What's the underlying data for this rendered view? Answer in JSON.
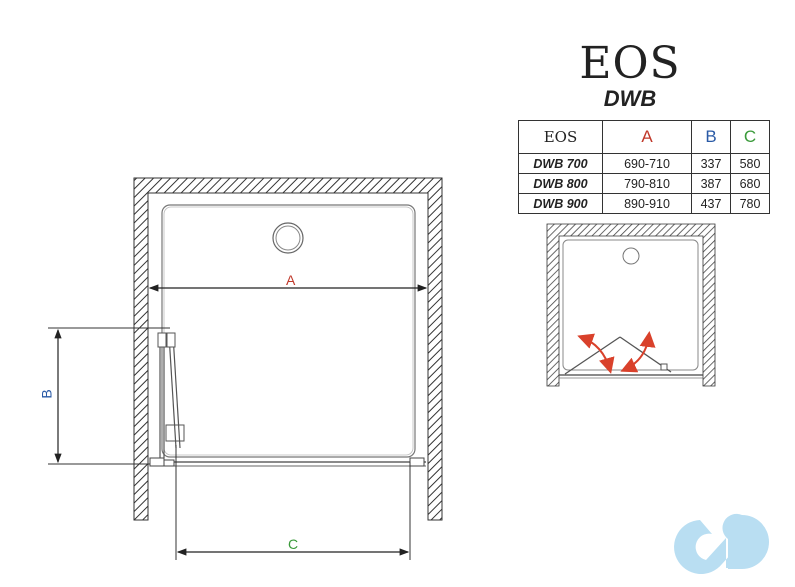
{
  "header": {
    "title": "EOS",
    "subtitle": "DWB"
  },
  "spec_table": {
    "columns": [
      {
        "label": "EOS",
        "color": "#222222"
      },
      {
        "label": "A",
        "color": "#c0392b"
      },
      {
        "label": "B",
        "color": "#2a5aa6"
      },
      {
        "label": "C",
        "color": "#3a9a3a"
      }
    ],
    "rows": [
      {
        "model": "DWB 700",
        "a": "690-710",
        "b": "337",
        "c": "580"
      },
      {
        "model": "DWB 800",
        "a": "790-810",
        "b": "387",
        "c": "680"
      },
      {
        "model": "DWB 900",
        "a": "890-910",
        "b": "437",
        "c": "780"
      }
    ]
  },
  "main_drawing": {
    "dimension_a": {
      "label": "A",
      "color": "#c0392b"
    },
    "dimension_b": {
      "label": "B",
      "color": "#2a5aa6"
    },
    "dimension_c": {
      "label": "C",
      "color": "#3a9a3a"
    }
  },
  "inset_drawing": {
    "description": "bi-fold door opening diagram",
    "arrow_color": "#d9412b"
  },
  "watermark": {
    "icon": "infinity-logo-icon",
    "color": "#b9def2"
  }
}
